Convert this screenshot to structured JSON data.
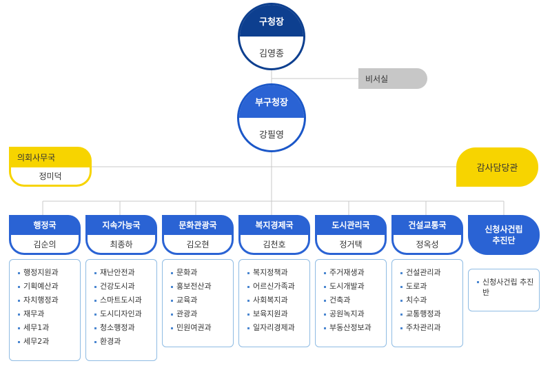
{
  "mayor": {
    "title": "구청장",
    "name": "김영종"
  },
  "secretary": {
    "label": "비서실"
  },
  "deputy": {
    "title": "부구청장",
    "name": "강필영"
  },
  "council": {
    "title": "의회사무국",
    "name": "정미덕"
  },
  "audit": {
    "title": "감사담당관"
  },
  "departments": [
    {
      "title": "행정국",
      "name": "김순의",
      "teams": [
        "행정지원과",
        "기획예산과",
        "자치행정과",
        "재무과",
        "세무1과",
        "세무2과"
      ]
    },
    {
      "title": "지속가능국",
      "name": "최종하",
      "teams": [
        "재난안전과",
        "건강도시과",
        "스마트도시과",
        "도시디자인과",
        "청소행정과",
        "환경과"
      ]
    },
    {
      "title": "문화관광국",
      "name": "김오현",
      "teams": [
        "문화과",
        "홍보전산과",
        "교육과",
        "관광과",
        "민원여권과"
      ]
    },
    {
      "title": "복지경제국",
      "name": "김천호",
      "teams": [
        "복지정책과",
        "어르신가족과",
        "사회복지과",
        "보육지원과",
        "일자리경제과"
      ]
    },
    {
      "title": "도시관리국",
      "name": "정거택",
      "teams": [
        "주거재생과",
        "도시개발과",
        "건축과",
        "공원녹지과",
        "부동산정보과"
      ]
    },
    {
      "title": "건설교통국",
      "name": "정옥성",
      "teams": [
        "건설관리과",
        "도로과",
        "치수과",
        "교통행정과",
        "주차관리과"
      ]
    }
  ],
  "special_unit": {
    "title_line1": "신청사건립",
    "title_line2": "추진단",
    "teams": [
      "신청사건립 추진반"
    ]
  },
  "colors": {
    "navy": "#0d3f8f",
    "blue": "#2a63d4",
    "yellow": "#f7d400",
    "gray": "#c7c7c7",
    "line": "#c8c8c8",
    "list_border": "#8ebbe3"
  }
}
